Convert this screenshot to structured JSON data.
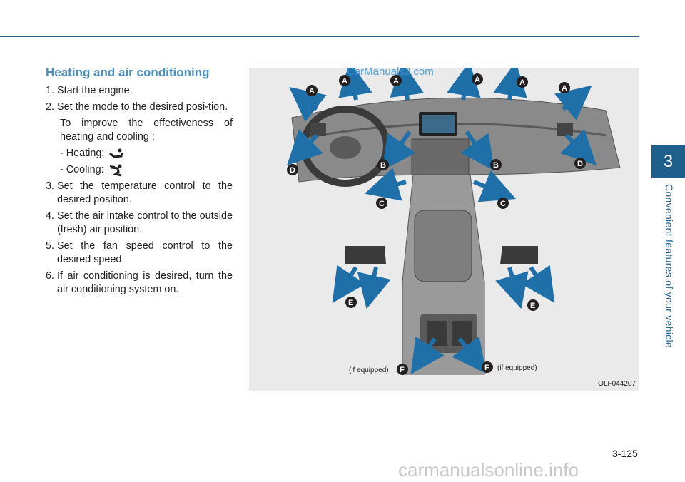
{
  "chapter": {
    "number": "3",
    "title": "Convenient features of your vehicle"
  },
  "section": {
    "heading": "Heating and air conditioning",
    "steps": [
      {
        "num": "1.",
        "text": "Start the engine."
      },
      {
        "num": "2.",
        "text": "Set the mode to the desired posi-tion."
      },
      {
        "num": "3.",
        "text": "Set the temperature control to the desired position."
      },
      {
        "num": "4.",
        "text": "Set the air intake control to the outside (fresh) air position."
      },
      {
        "num": "5.",
        "text": "Set the fan speed control to the desired speed."
      },
      {
        "num": "6.",
        "text": "If air conditioning is desired, turn the air conditioning system on."
      }
    ],
    "improve_note": "To improve the effectiveness of heating and cooling :",
    "heating_label": "- Heating:",
    "cooling_label": "- Cooling:"
  },
  "figure": {
    "code": "OLF044207",
    "if_equipped_left": "(if equipped)",
    "if_equipped_right": "(if equipped)",
    "vent_labels": [
      "A",
      "A",
      "A",
      "A",
      "A",
      "A",
      "B",
      "B",
      "C",
      "C",
      "D",
      "D",
      "E",
      "E",
      "F",
      "F"
    ]
  },
  "watermark": "CarManuals2.com",
  "page_number": "3-125",
  "footer_watermark": "carmanualsonline.info"
}
